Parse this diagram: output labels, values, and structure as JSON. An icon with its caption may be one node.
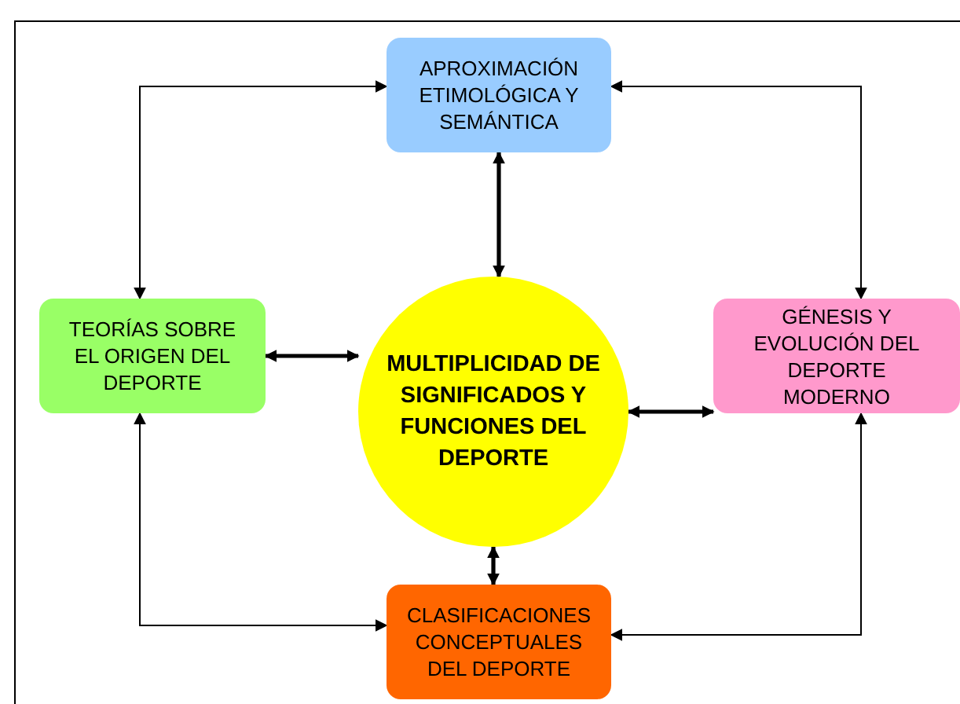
{
  "diagram": {
    "nodes": [
      {
        "text": [
          "APROXIMACIÓN ETIMOLÓGICA Y SEMÁNTICA"
        ]
      },
      {
        "text": [
          "TEORÍAS SOBRE EL ORIGEN DEL DEPORTE"
        ]
      },
      {
        "text": [
          "MULTIPLICIDAD DE SIGNIFICADOS Y FUNCIONES DEL DEPORTE"
        ]
      },
      {
        "text": [
          "GÉNESIS Y EVOLUCIÓN DEL DEPORTE MODERNO"
        ]
      },
      {
        "text": [
          "CLASIFICACIONES CONCEPTUALES DEL DEPORTE"
        ]
      }
    ],
    "edges": [
      {
        "from": 0,
        "to": 1,
        "arrow": "both"
      },
      {
        "from": 0,
        "to": 3,
        "arrow": "both"
      },
      {
        "from": 1,
        "to": 4,
        "arrow": "both"
      },
      {
        "from": 3,
        "to": 4,
        "arrow": "both"
      },
      {
        "from": 0,
        "to": 2,
        "arrow": "both",
        "style": "thick"
      },
      {
        "from": 1,
        "to": 2,
        "arrow": "both",
        "style": "thick"
      },
      {
        "from": 2,
        "to": 3,
        "arrow": "both",
        "style": "thick"
      },
      {
        "from": 2,
        "to": 4,
        "arrow": "both",
        "style": "thick"
      }
    ]
  }
}
